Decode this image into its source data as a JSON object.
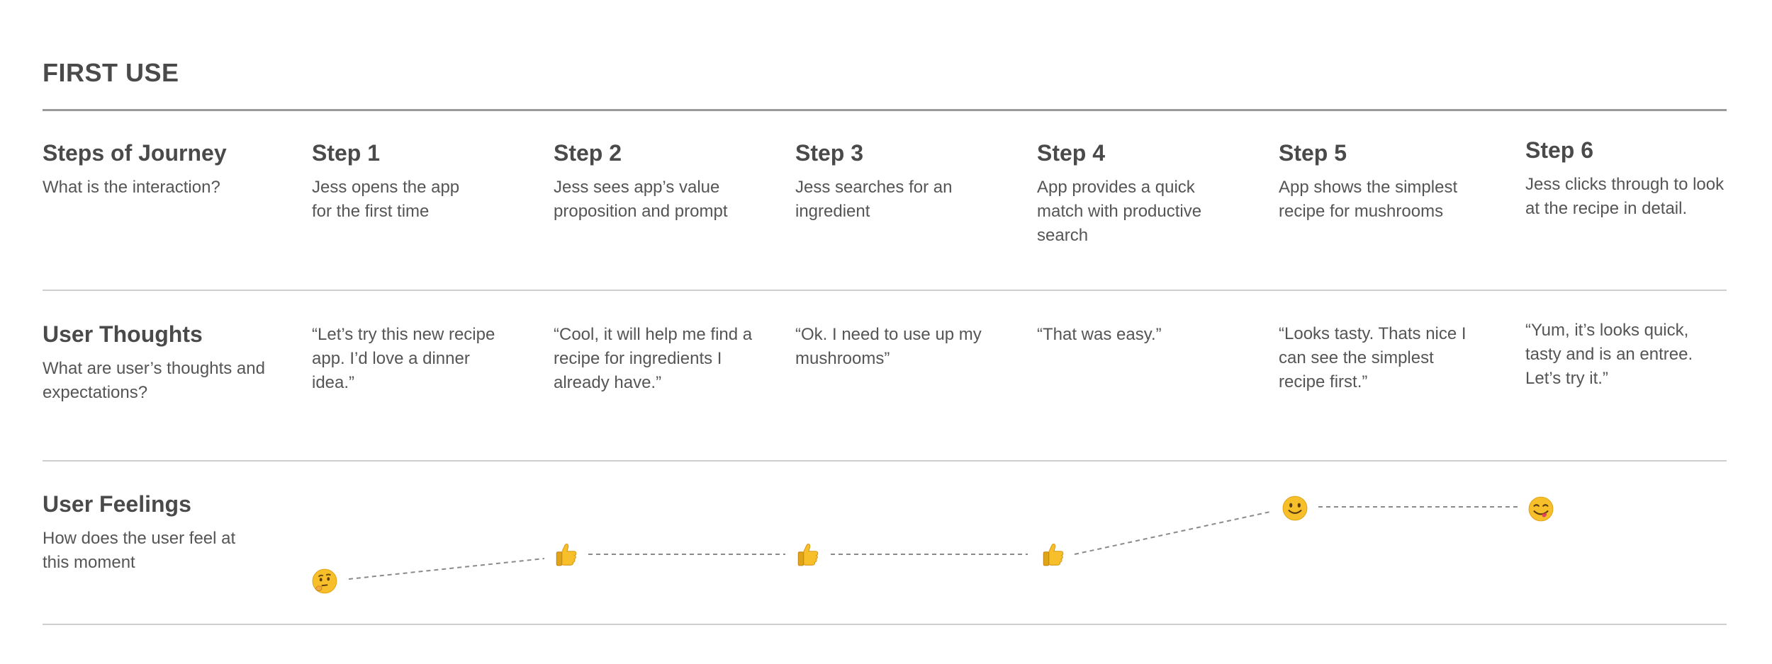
{
  "title": "FIRST USE",
  "rows": {
    "steps": {
      "heading": "Steps of Journey",
      "subheading": "What is the interaction?"
    },
    "thoughts": {
      "heading": "User Thoughts",
      "subheading": "What are user’s thoughts and expectations?"
    },
    "feelings": {
      "heading": "User Feelings",
      "subheading": "How does the user feel at this moment"
    }
  },
  "steps": [
    {
      "title": "Step 1",
      "description": "Jess opens the app for the first time",
      "thought": "“Let’s try this new recipe app.  I’d love a dinner idea.”",
      "feeling": "thinking-face-icon"
    },
    {
      "title": "Step 2",
      "description": "Jess sees app’s value proposition and prompt",
      "thought": "“Cool, it will help me find a recipe for ingredients I already have.”",
      "feeling": "thumbs-up-icon"
    },
    {
      "title": "Step 3",
      "description": "Jess searches for an ingredient",
      "thought": "“Ok. I need to use up my mushrooms”",
      "feeling": "thumbs-up-icon"
    },
    {
      "title": "Step 4",
      "description": "App provides a quick match with productive search",
      "thought": "“That was easy.”",
      "feeling": "thumbs-up-icon"
    },
    {
      "title": "Step 5",
      "description": "App shows the simplest recipe for mushrooms",
      "thought": "“Looks tasty. Thats nice I can see the simplest recipe first.”",
      "feeling": "smiling-face-icon"
    },
    {
      "title": "Step 6",
      "description": "Jess clicks through to look at the recipe in detail.",
      "thought": "“Yum, it’s looks quick, tasty and is an entree. Let’s try it.”",
      "feeling": "yum-face-icon"
    }
  ],
  "colors": {
    "text": "#4a4a4a",
    "divider": "#cfcfcf",
    "header_rule": "#9a9a9a",
    "connector": "#8a8a8a",
    "emoji_yellow": "#f7c02b"
  }
}
